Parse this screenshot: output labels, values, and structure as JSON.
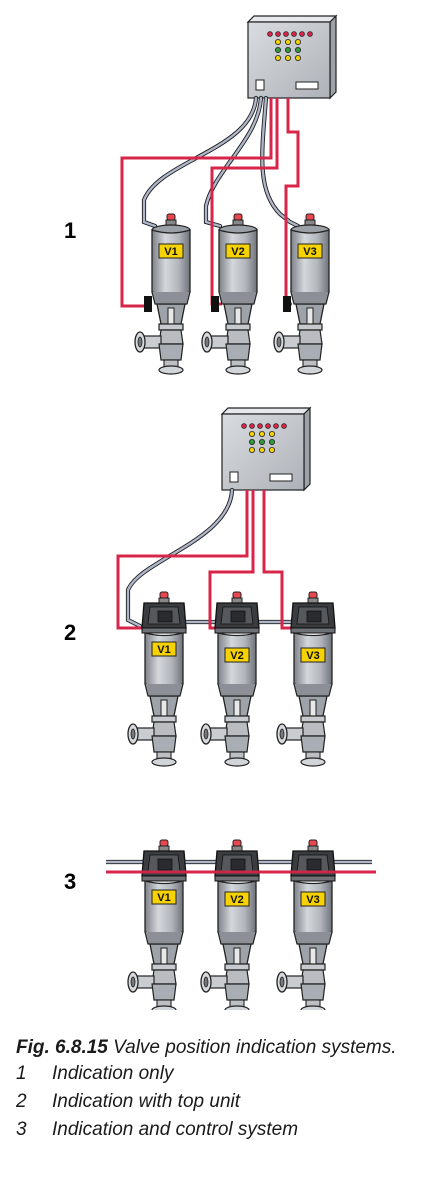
{
  "systems": [
    {
      "number": "1",
      "valves": [
        "V1",
        "V2",
        "V3"
      ]
    },
    {
      "number": "2",
      "valves": [
        "V1",
        "V2",
        "V3"
      ]
    },
    {
      "number": "3",
      "valves": [
        "V1",
        "V2",
        "V3"
      ]
    }
  ],
  "caption": {
    "fig_label": "Fig. 6.8.15",
    "title": "Valve position indication systems.",
    "items": [
      {
        "key": "1",
        "text": "Indication only"
      },
      {
        "key": "2",
        "text": "Indication with top unit"
      },
      {
        "key": "3",
        "text": "Indication and control system"
      }
    ]
  },
  "colors": {
    "signal_cable": "#d8264a",
    "air_tube": "#9aa4b8",
    "valve_body": "#b8bcc2",
    "label_bg": "#f5d200"
  }
}
